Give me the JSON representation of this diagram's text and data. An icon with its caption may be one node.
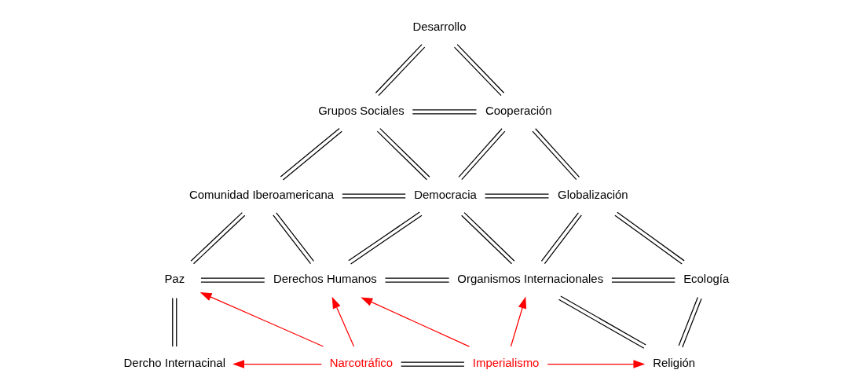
{
  "diagram": {
    "nodes": [
      {
        "text": [
          "Desarrollo"
        ]
      },
      {
        "text": [
          "Grupos Sociales"
        ]
      },
      {
        "text": [
          "Cooperación"
        ]
      },
      {
        "text": [
          "Comunidad Iberoamericana"
        ]
      },
      {
        "text": [
          "Democracia"
        ]
      },
      {
        "text": [
          "Globalización"
        ]
      },
      {
        "text": [
          "Paz"
        ]
      },
      {
        "text": [
          "Derechos Humanos"
        ]
      },
      {
        "text": [
          "Organismos Internacionales"
        ]
      },
      {
        "text": [
          "Ecología"
        ]
      },
      {
        "text": [
          "Dercho Internacinal"
        ]
      },
      {
        "text": [
          "Narcotráfico"
        ]
      },
      {
        "text": [
          "Imperialismo"
        ]
      },
      {
        "text": [
          "Religión"
        ]
      }
    ],
    "edges": [
      {
        "from": 0,
        "to": 1,
        "arrow": "none"
      },
      {
        "from": 0,
        "to": 2,
        "arrow": "none"
      },
      {
        "from": 1,
        "to": 2,
        "arrow": "none"
      },
      {
        "from": 1,
        "to": 3,
        "arrow": "none"
      },
      {
        "from": 1,
        "to": 4,
        "arrow": "none"
      },
      {
        "from": 2,
        "to": 4,
        "arrow": "none"
      },
      {
        "from": 2,
        "to": 5,
        "arrow": "none"
      },
      {
        "from": 3,
        "to": 4,
        "arrow": "none"
      },
      {
        "from": 4,
        "to": 5,
        "arrow": "none"
      },
      {
        "from": 3,
        "to": 6,
        "arrow": "none"
      },
      {
        "from": 3,
        "to": 7,
        "arrow": "none"
      },
      {
        "from": 4,
        "to": 7,
        "arrow": "none"
      },
      {
        "from": 4,
        "to": 8,
        "arrow": "none"
      },
      {
        "from": 5,
        "to": 8,
        "arrow": "none"
      },
      {
        "from": 5,
        "to": 9,
        "arrow": "none"
      },
      {
        "from": 6,
        "to": 7,
        "arrow": "none"
      },
      {
        "from": 7,
        "to": 8,
        "arrow": "none"
      },
      {
        "from": 8,
        "to": 9,
        "arrow": "none"
      },
      {
        "from": 6,
        "to": 10,
        "arrow": "none"
      },
      {
        "from": 8,
        "to": 13,
        "arrow": "none"
      },
      {
        "from": 9,
        "to": 13,
        "arrow": "none"
      },
      {
        "from": 11,
        "to": 12,
        "arrow": "none"
      },
      {
        "from": 11,
        "to": 10,
        "arrow": "to",
        "color": "#ff0000"
      },
      {
        "from": 11,
        "to": 6,
        "arrow": "to",
        "color": "#ff0000"
      },
      {
        "from": 11,
        "to": 7,
        "arrow": "to",
        "color": "#ff0000"
      },
      {
        "from": 12,
        "to": 7,
        "arrow": "to",
        "color": "#ff0000"
      },
      {
        "from": 12,
        "to": 8,
        "arrow": "to",
        "color": "#ff0000"
      },
      {
        "from": 12,
        "to": 13,
        "arrow": "to",
        "color": "#ff0000"
      }
    ]
  }
}
